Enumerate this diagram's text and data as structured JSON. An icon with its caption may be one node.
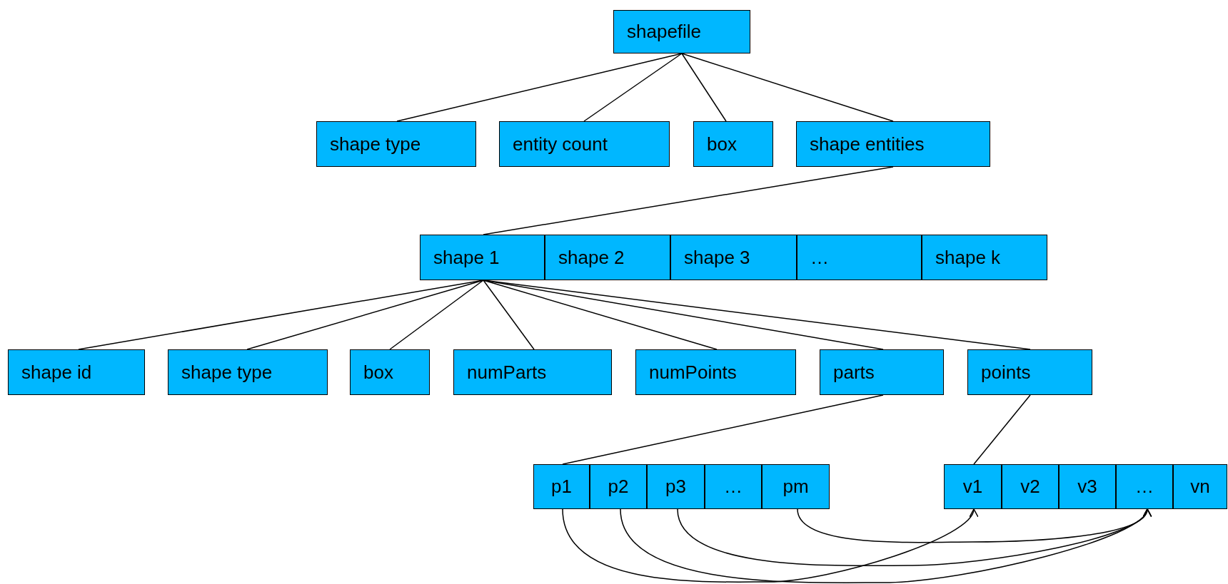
{
  "diagram": {
    "nodes": [
      {
        "text": [
          "shapefile"
        ]
      },
      {
        "text": [
          "shape type"
        ]
      },
      {
        "text": [
          "entity count"
        ]
      },
      {
        "text": [
          "box"
        ]
      },
      {
        "text": [
          "shape entities"
        ]
      },
      {
        "text": [
          "shape 1"
        ]
      },
      {
        "text": [
          "shape 2"
        ]
      },
      {
        "text": [
          "shape 3"
        ]
      },
      {
        "text": [
          "…"
        ]
      },
      {
        "text": [
          "shape k"
        ]
      },
      {
        "text": [
          "shape id"
        ]
      },
      {
        "text": [
          "shape type"
        ]
      },
      {
        "text": [
          "box"
        ]
      },
      {
        "text": [
          "numParts"
        ]
      },
      {
        "text": [
          "numPoints"
        ]
      },
      {
        "text": [
          "parts"
        ]
      },
      {
        "text": [
          "points"
        ]
      },
      {
        "text": [
          "p1"
        ]
      },
      {
        "text": [
          "p2"
        ]
      },
      {
        "text": [
          "p3"
        ]
      },
      {
        "text": [
          "…"
        ]
      },
      {
        "text": [
          "pm"
        ]
      },
      {
        "text": [
          "v1"
        ]
      },
      {
        "text": [
          "v2"
        ]
      },
      {
        "text": [
          "v3"
        ]
      },
      {
        "text": [
          "…"
        ]
      },
      {
        "text": [
          "vn"
        ]
      }
    ],
    "edges": [
      {
        "from": 0,
        "to": 1,
        "arrow": "none"
      },
      {
        "from": 0,
        "to": 2,
        "arrow": "none"
      },
      {
        "from": 0,
        "to": 3,
        "arrow": "none"
      },
      {
        "from": 0,
        "to": 4,
        "arrow": "none"
      },
      {
        "from": 4,
        "to": 5,
        "arrow": "none"
      },
      {
        "from": 5,
        "to": 10,
        "arrow": "none"
      },
      {
        "from": 5,
        "to": 11,
        "arrow": "none"
      },
      {
        "from": 5,
        "to": 12,
        "arrow": "none"
      },
      {
        "from": 5,
        "to": 13,
        "arrow": "none"
      },
      {
        "from": 5,
        "to": 14,
        "arrow": "none"
      },
      {
        "from": 5,
        "to": 15,
        "arrow": "none"
      },
      {
        "from": 5,
        "to": 16,
        "arrow": "none"
      },
      {
        "from": 15,
        "to": 17,
        "arrow": "none"
      },
      {
        "from": 16,
        "to": 22,
        "arrow": "none"
      },
      {
        "from": 17,
        "to": 22,
        "arrow": "to"
      },
      {
        "from": 18,
        "to": 25,
        "arrow": "to"
      },
      {
        "from": 19,
        "to": 25,
        "arrow": "to"
      },
      {
        "from": 21,
        "to": 25,
        "arrow": "to"
      }
    ]
  }
}
